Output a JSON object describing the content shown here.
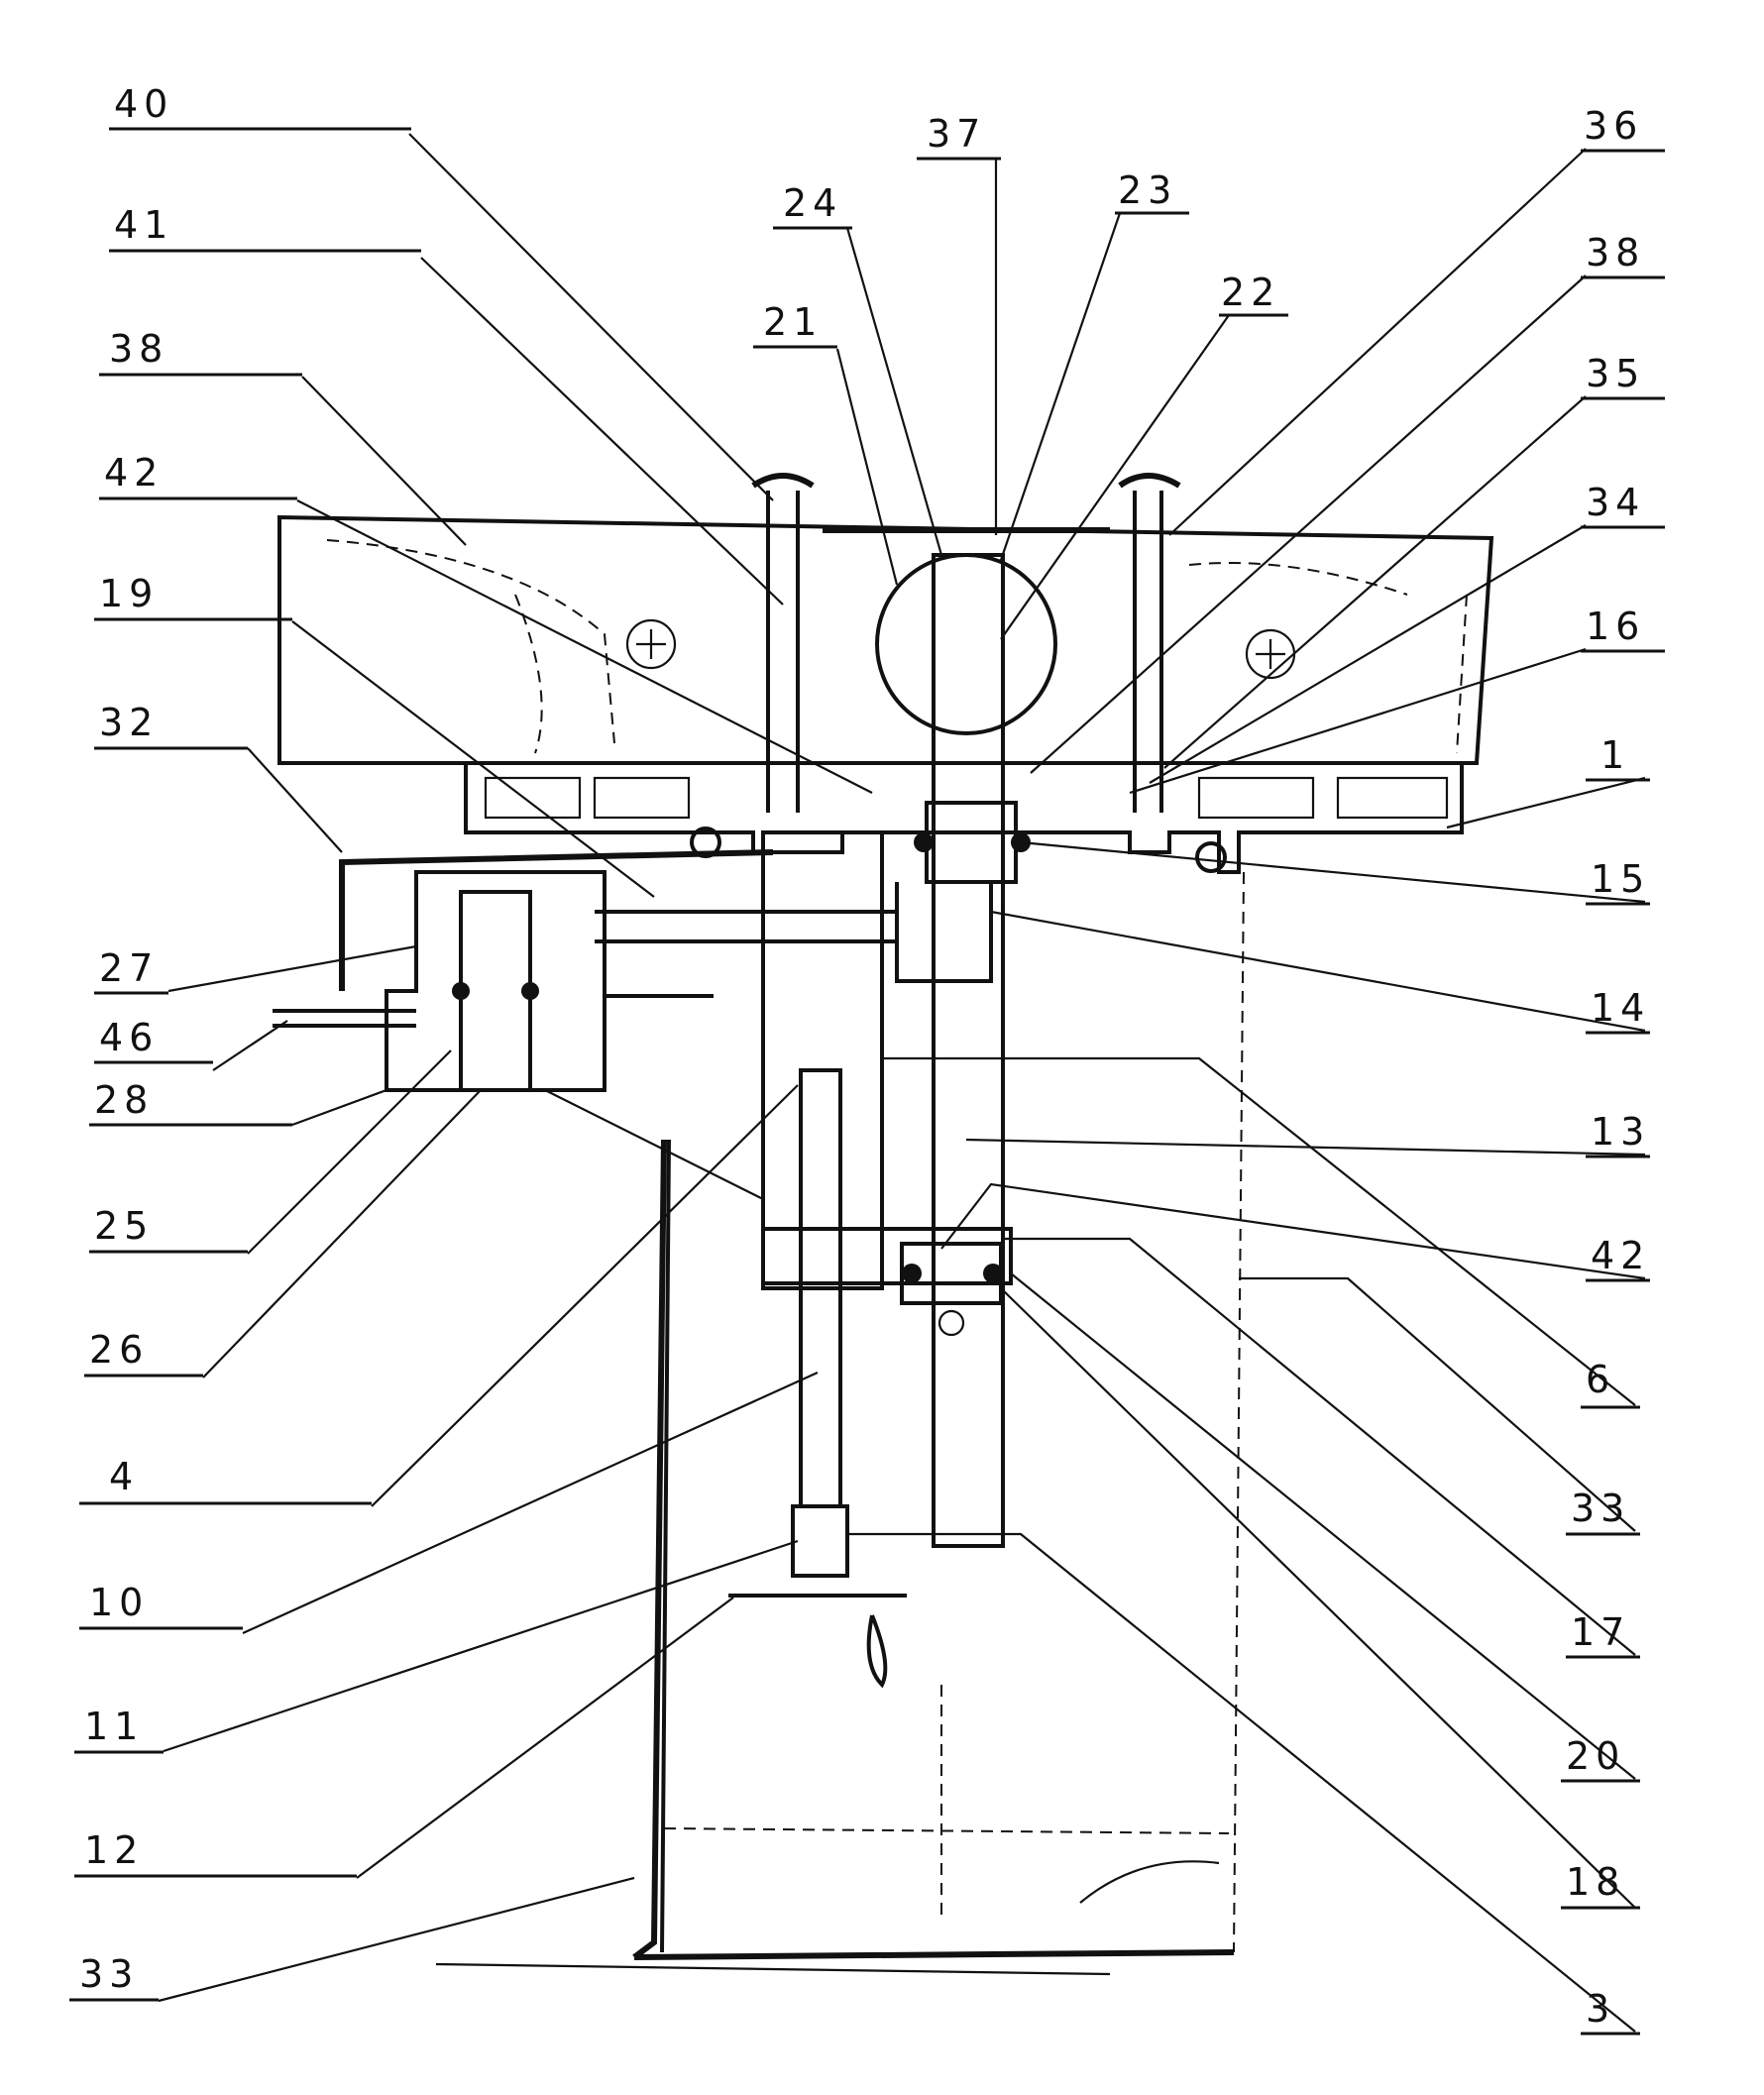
{
  "labels": {
    "l40": "40",
    "l41": "41",
    "l38a": "38",
    "l42a": "42",
    "l19": "19",
    "l32": "32",
    "l27": "27",
    "l46": "46",
    "l28": "28",
    "l25": "25",
    "l26": "26",
    "l4": "4",
    "l10": "10",
    "l11": "11",
    "l12": "12",
    "l33a": "33",
    "l37": "37",
    "l24": "24",
    "l23": "23",
    "l21": "21",
    "l22": "22",
    "l36": "36",
    "l38b": "38",
    "l35": "35",
    "l34": "34",
    "l16": "16",
    "l1": "1",
    "l15": "15",
    "l14": "14",
    "l13": "13",
    "l42b": "42",
    "l6": "6",
    "l33b": "33",
    "l17": "17",
    "l20": "20",
    "l18": "18",
    "l3": "3"
  },
  "colors": {
    "ink": "#111111",
    "paper": "#ffffff"
  }
}
